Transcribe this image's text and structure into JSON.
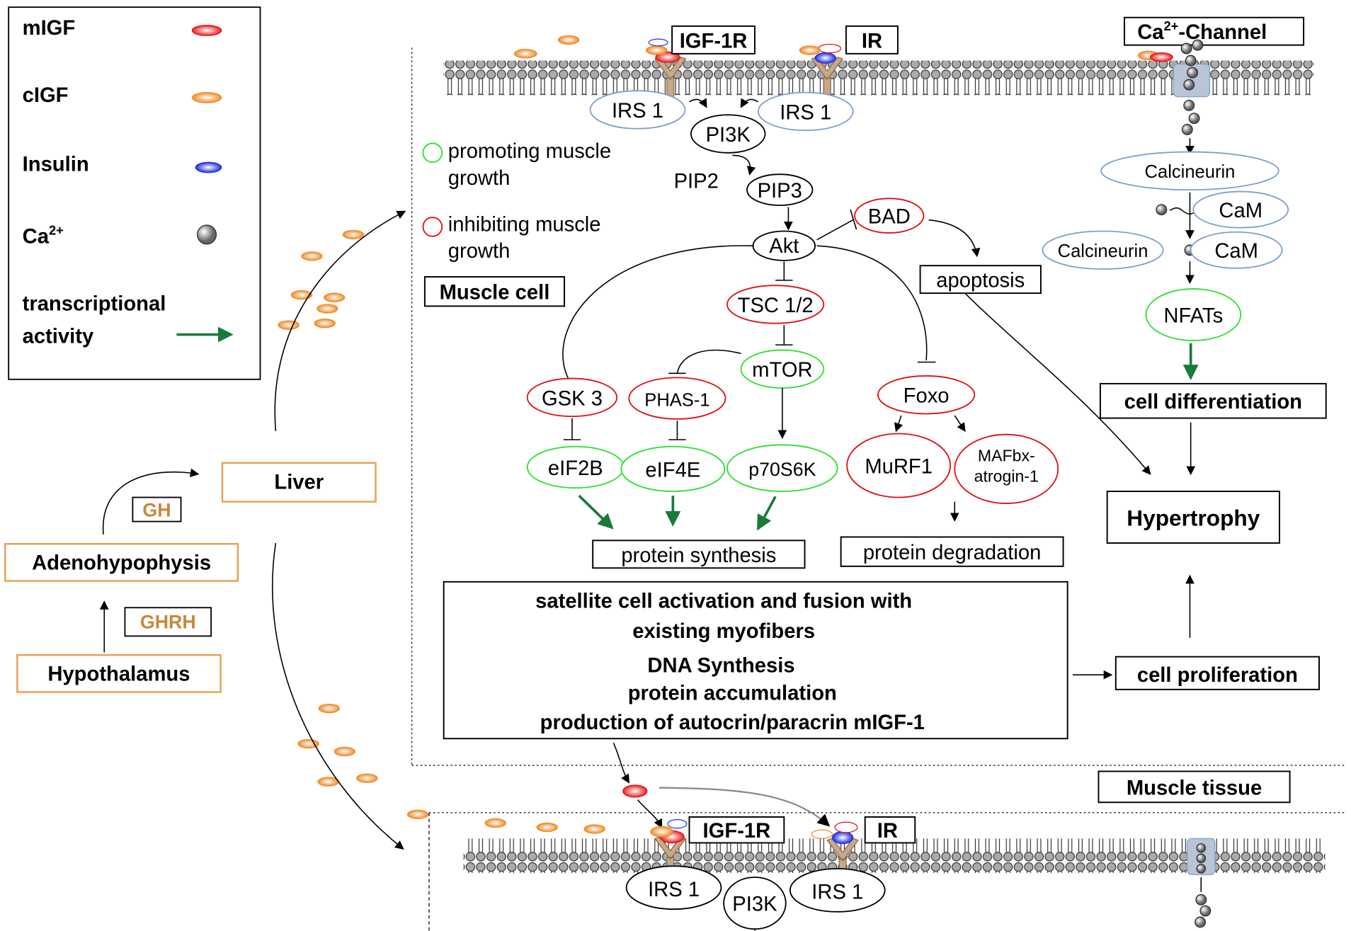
{
  "legend": {
    "mIGF": "mIGF",
    "cIGF": "cIGF",
    "insulin": "Insulin",
    "ca_base": "Ca",
    "ca_sup": "2+",
    "transcriptional1": "transcriptional",
    "transcriptional2": "activity"
  },
  "key": {
    "promoting1": "promoting muscle",
    "promoting2": "growth",
    "inhibiting1": "inhibiting muscle",
    "inhibiting2": "growth",
    "muscle_cell": "Muscle cell"
  },
  "receptors": {
    "igf1r": "IGF-1R",
    "ir": "IR",
    "ca_channel_base": "Ca",
    "ca_channel_sup": "2+",
    "ca_channel_rest": "-Channel"
  },
  "nodes": {
    "irs1": "IRS 1",
    "pi3k": "PI3K",
    "pip2": "PIP2",
    "pip3": "PIP3",
    "akt": "Akt",
    "bad": "BAD",
    "apoptosis": "apoptosis",
    "tsc": "TSC 1/2",
    "mtor": "mTOR",
    "gsk3": "GSK 3",
    "phas1": "PHAS-1",
    "foxo": "Foxo",
    "eif2b": "eIF2B",
    "eif4e": "eIF4E",
    "p70s6k": "p70S6K",
    "murf1": "MuRF1",
    "mafbx1": "MAFbx-",
    "mafbx2": "atrogin-1",
    "protein_synthesis": "protein synthesis",
    "protein_degradation": "protein degradation",
    "calcineurin": "Calcineurin",
    "cam": "CaM",
    "nfats": "NFATs",
    "cell_differentiation": "cell differentiation",
    "hypertrophy": "Hypertrophy",
    "cell_proliferation": "cell proliferation"
  },
  "satellite": {
    "l1": "satellite cell activation and fusion with",
    "l2": "existing myofibers",
    "l3": "DNA Synthesis",
    "l4": "protein accumulation",
    "l5": "production of autocrin/paracrin mIGF-1"
  },
  "organs": {
    "liver": "Liver",
    "gh": "GH",
    "adenohypophysis": "Adenohypophysis",
    "ghrh": "GHRH",
    "hypothalamus": "Hypothalamus"
  },
  "tissue": {
    "muscle_tissue": "Muscle tissue"
  },
  "colors": {
    "promoting": "#2ee02e",
    "inhibiting": "#e01010",
    "transcription": "#1a7a3a",
    "hormone": "#c8873a"
  }
}
